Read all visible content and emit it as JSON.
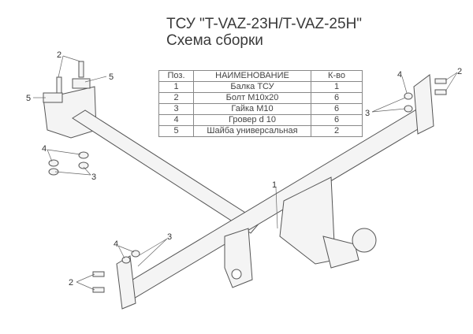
{
  "title": {
    "line1": "ТСУ \"T-VAZ-23H/T-VAZ-25H\"",
    "line2": "Схема сборки"
  },
  "table": {
    "headers": [
      "Поз.",
      "НАИМЕНОВАНИЕ",
      "К-во"
    ],
    "rows": [
      [
        "1",
        "Балка ТСУ",
        "1"
      ],
      [
        "2",
        "Болт М10х20",
        "6"
      ],
      [
        "3",
        "Гайка  М10",
        "6"
      ],
      [
        "4",
        "Гровер d 10",
        "6"
      ],
      [
        "5",
        "Шайба универсальная",
        "2"
      ]
    ]
  },
  "callouts": [
    "2",
    "5",
    "5",
    "4",
    "3",
    "1",
    "4",
    "3",
    "2",
    "4",
    "2",
    "3"
  ]
}
